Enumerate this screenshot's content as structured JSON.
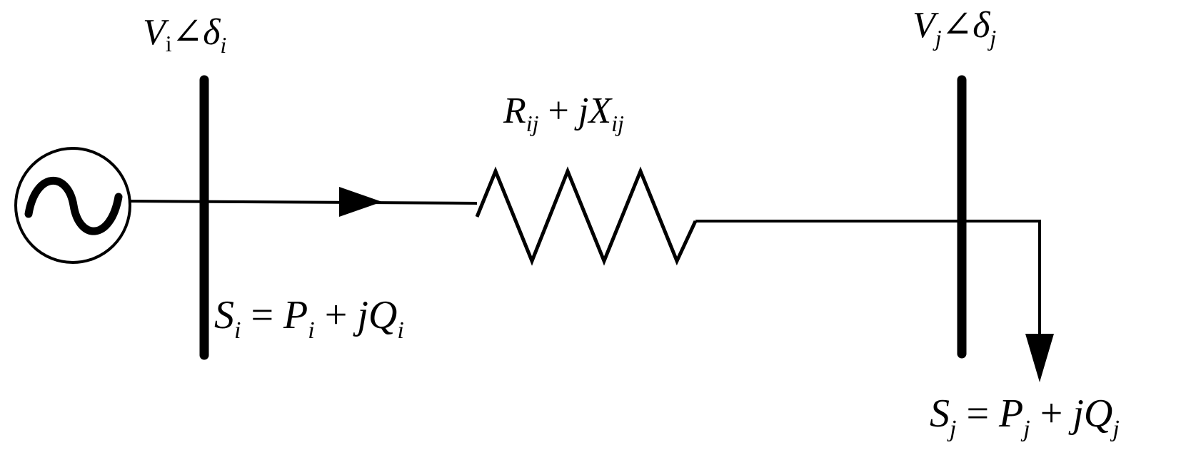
{
  "bus_i": {
    "voltage": {
      "symbol": "V",
      "sub": "i",
      "angle_sign": "∠",
      "angle_symbol": "δ",
      "angle_sub": "i"
    },
    "power": {
      "lhs": "S",
      "lhs_sub": "i",
      "eq": " = ",
      "p": "P",
      "p_sub": "i",
      "plus": " + ",
      "jq": "jQ",
      "q_sub": "i"
    }
  },
  "line": {
    "r": "R",
    "r_sub": "ij",
    "plus": " + ",
    "jx": "jX",
    "x_sub": "ij"
  },
  "bus_j": {
    "voltage": {
      "symbol": "V",
      "sub": "j",
      "angle_sign": "∠",
      "angle_symbol": "δ",
      "angle_sub": "j"
    },
    "power": {
      "lhs": "S",
      "lhs_sub": "j",
      "eq": " = ",
      "p": "P",
      "p_sub": "j",
      "plus": " + ",
      "jq": "jQ",
      "q_sub": "j"
    }
  },
  "colors": {
    "stroke": "#000000",
    "background": "#ffffff"
  },
  "icons": {
    "source": "ac-source-icon",
    "flow_arrow": "arrow-right-icon",
    "load_arrow": "arrow-down-icon"
  }
}
